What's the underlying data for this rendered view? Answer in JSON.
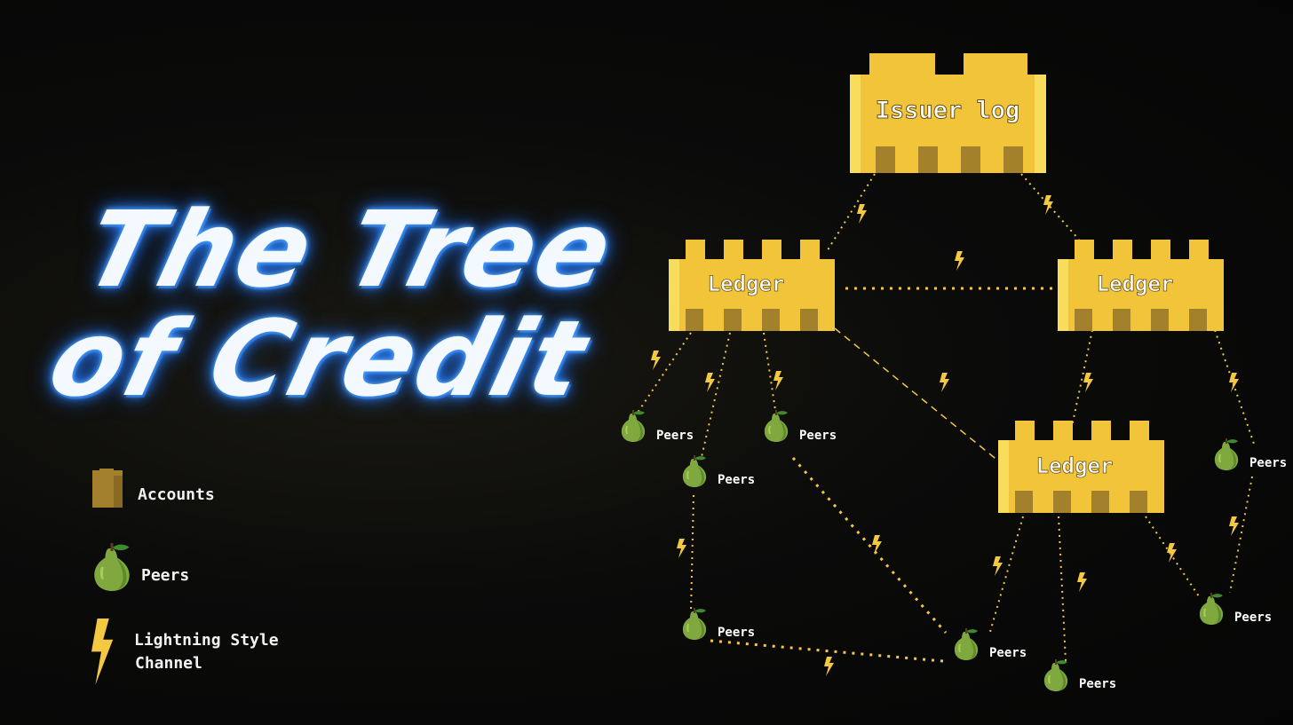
{
  "title": {
    "line1": "The Tree",
    "line2": "of Credit"
  },
  "legend": {
    "accounts_label": "Accounts",
    "peers_label": "Peers",
    "channel_label_line1": "Lightning Style",
    "channel_label_line2": "Channel"
  },
  "nodes": {
    "issuer": "Issuer log",
    "ledger_left": "Ledger",
    "ledger_right": "Ledger",
    "ledger_bottom": "Ledger"
  },
  "peer_label": "Peers",
  "colors": {
    "background": "#050505",
    "block": "#f2c43a",
    "block_highlight": "#f8dc5c",
    "account": "#a3802c",
    "title_glow": "#3a9bff",
    "channel": "#f5c842",
    "pear": "#7fa83e"
  },
  "icons": [
    "account-icon",
    "pear-icon",
    "lightning-bolt-icon"
  ]
}
